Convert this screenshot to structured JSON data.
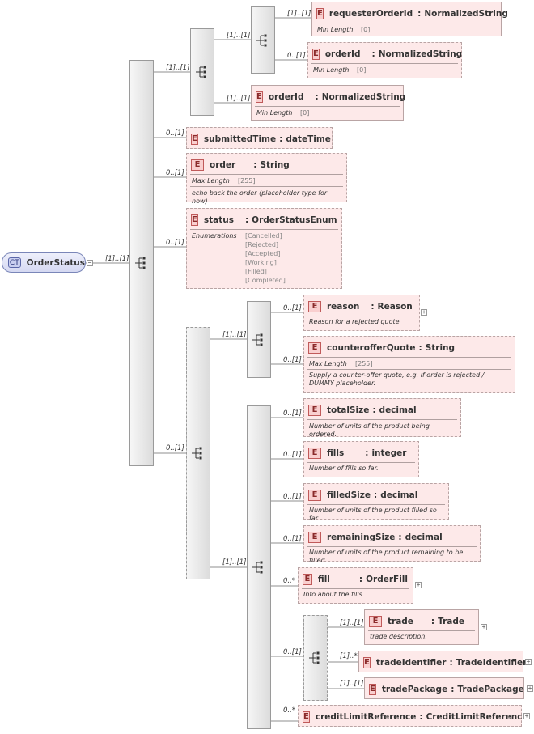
{
  "root": {
    "badge": "CT",
    "name": "OrderStatus"
  },
  "cards": {
    "root": "[1]..[1]",
    "group_a": "[1]..[1]",
    "group_a_inner": "[1]..[1]",
    "requesterOrderId": "[1]..[1]",
    "orderId_inner": "0..[1]",
    "orderId_outer": "[1]..[1]",
    "submittedTime": "0..[1]",
    "order": "0..[1]",
    "status": "0..[1]",
    "group_b": "0..[1]",
    "group_b1": "[1]..[1]",
    "reason": "0..[1]",
    "counterofferQuote": "0..[1]",
    "group_b2": "[1]..[1]",
    "totalSize": "0..[1]",
    "fills": "0..[1]",
    "filledSize": "0..[1]",
    "remainingSize": "0..[1]",
    "fill": "0..*",
    "group_c": "0..[1]",
    "trade": "[1]..[1]",
    "tradeIdentifier": "[1]..*",
    "tradePackage": "[1]..[1]",
    "creditLimitReference": "0..*"
  },
  "elements": {
    "requesterOrderId": {
      "badge": "E",
      "name": "requesterOrderId",
      "type": "NormalizedString",
      "facet_label": "Min Length",
      "facet_value": "[0]"
    },
    "orderId_inner": {
      "badge": "E",
      "name": "orderId",
      "type": "NormalizedString",
      "facet_label": "Min Length",
      "facet_value": "[0]"
    },
    "orderId_outer": {
      "badge": "E",
      "name": "orderId",
      "type": "NormalizedString",
      "facet_label": "Min Length",
      "facet_value": "[0]"
    },
    "submittedTime": {
      "badge": "E",
      "name": "submittedTime",
      "type": "dateTime"
    },
    "order": {
      "badge": "E",
      "name": "order",
      "type": "String",
      "facet_label": "Max Length",
      "facet_value": "[255]",
      "doc": "echo back the order (placeholder type for now)"
    },
    "status": {
      "badge": "E",
      "name": "status",
      "type": "OrderStatusEnum",
      "facet_label": "Enumerations",
      "enumerations": [
        "[Cancelled]",
        "[Rejected]",
        "[Accepted]",
        "[Working]",
        "[Filled]",
        "[Completed]"
      ]
    },
    "reason": {
      "badge": "E",
      "name": "reason",
      "type": "Reason",
      "doc": "Reason for a rejected quote"
    },
    "counterofferQuote": {
      "badge": "E",
      "name": "counterofferQuote",
      "type": "String",
      "facet_label": "Max Length",
      "facet_value": "[255]",
      "doc": "Supply a counter-offer quote, e.g. if order is rejected / DUMMY placeholder."
    },
    "totalSize": {
      "badge": "E",
      "name": "totalSize",
      "type": "decimal",
      "doc": "Number of units of the product being ordered."
    },
    "fills": {
      "badge": "E",
      "name": "fills",
      "type": "integer",
      "doc": "Number of fills so far."
    },
    "filledSize": {
      "badge": "E",
      "name": "filledSize",
      "type": "decimal",
      "doc": "Number of units of the product filled so far"
    },
    "remainingSize": {
      "badge": "E",
      "name": "remainingSize",
      "type": "decimal",
      "doc": "Number of units of the product remaining to be filled"
    },
    "fill": {
      "badge": "E",
      "name": "fill",
      "type": "OrderFill",
      "doc": "Info about the fills"
    },
    "trade": {
      "badge": "E",
      "name": "trade",
      "type": "Trade",
      "doc": "trade description."
    },
    "tradeIdentifier": {
      "badge": "E",
      "name": "tradeIdentifier",
      "type": "TradeIdentifier"
    },
    "tradePackage": {
      "badge": "E",
      "name": "tradePackage",
      "type": "TradePackage"
    },
    "creditLimitReference": {
      "badge": "E",
      "name": "creditLimitReference",
      "type": "CreditLimitReference"
    }
  },
  "expand_glyph": "+",
  "icons": {
    "sequence": "sequence-compositor-icon",
    "element": "element-badge-icon",
    "complex_type": "complex-type-badge-icon"
  }
}
